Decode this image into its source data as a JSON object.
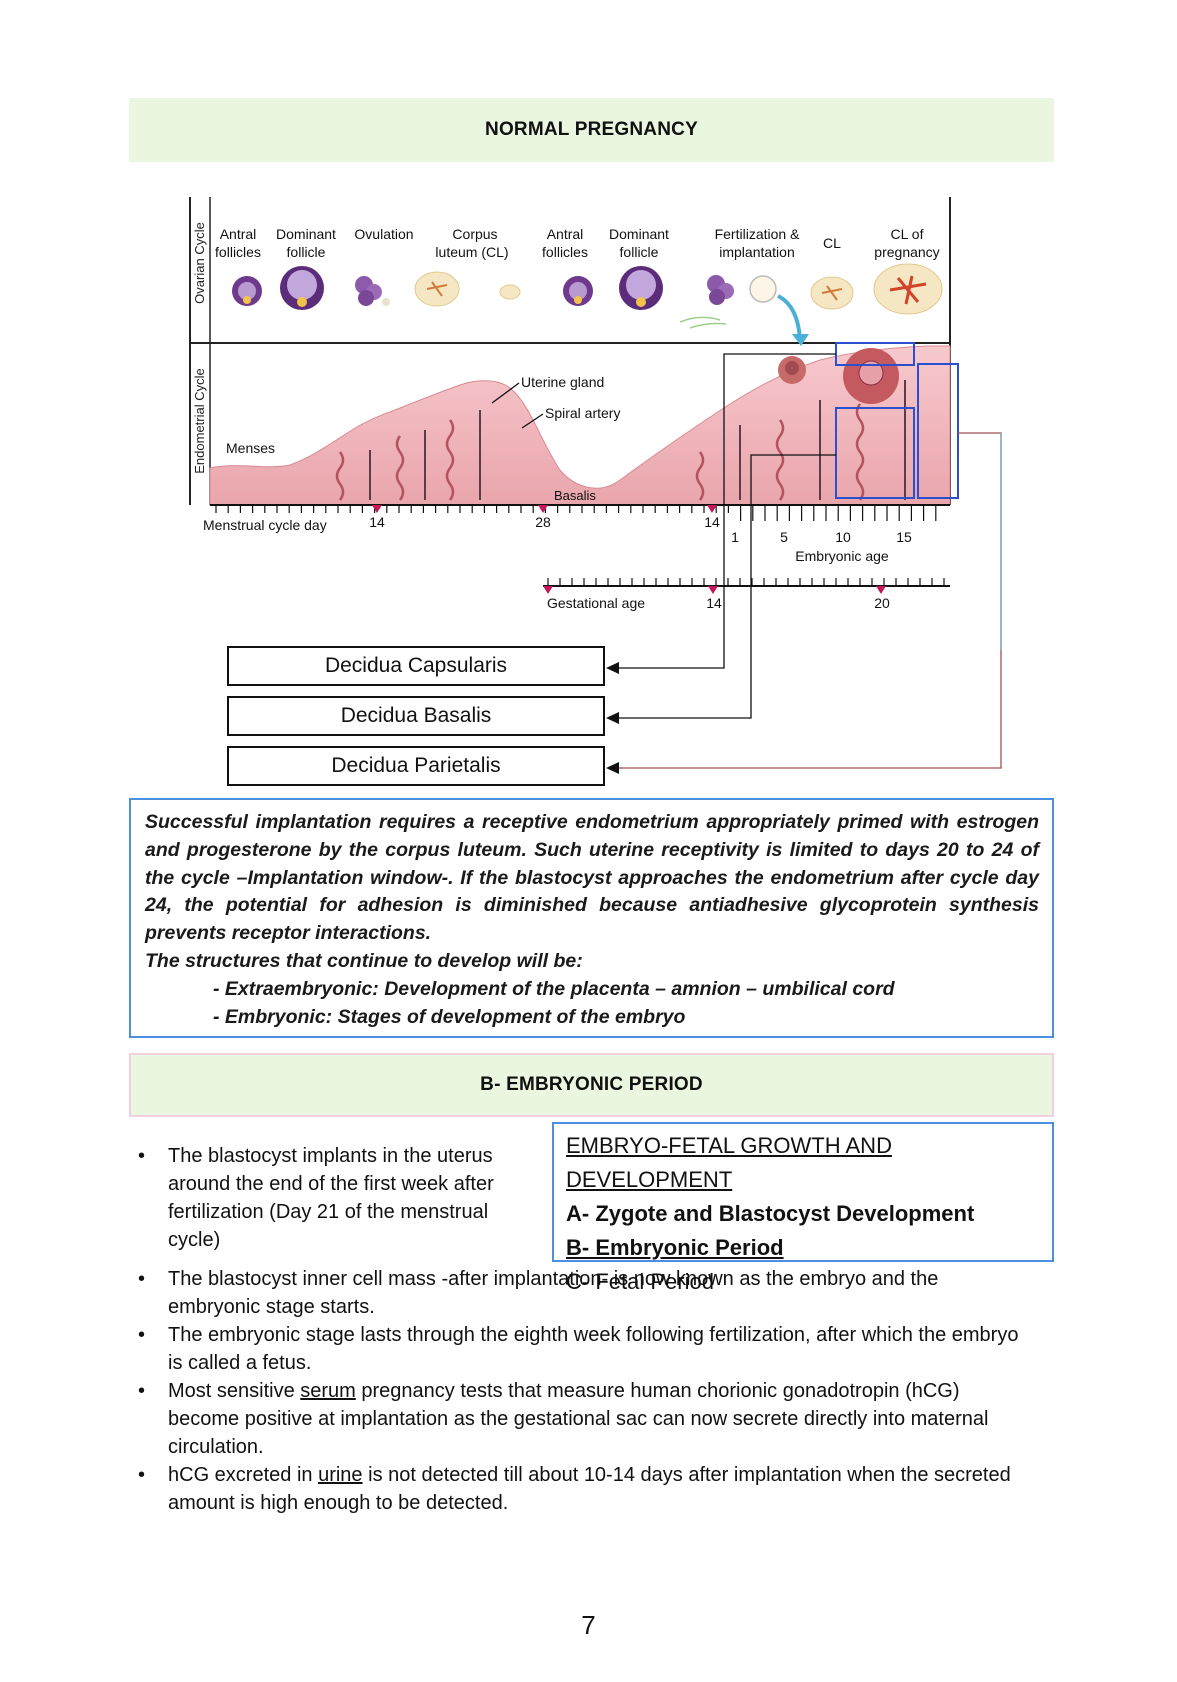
{
  "header": {
    "title": "NORMAL PREGNANCY"
  },
  "diagram": {
    "ovarian_label": "Ovarian Cycle",
    "endometrial_label": "Endometrial Cycle",
    "stages": [
      [
        "Antral",
        "follicles"
      ],
      [
        "Dominant",
        "follicle"
      ],
      [
        "Ovulation"
      ],
      [
        "Corpus",
        "luteum (CL)"
      ],
      [
        "Antral",
        "follicles"
      ],
      [
        "Dominant",
        "follicle"
      ],
      [
        "Fertilization &",
        "implantation"
      ],
      [
        "CL"
      ],
      [
        "CL of",
        "pregnancy"
      ]
    ],
    "labels": {
      "uterine_gland": "Uterine gland",
      "spiral_artery": "Spiral artery",
      "menses": "Menses",
      "basalis": "Basalis",
      "menstrual_cycle_day": "Menstrual cycle day",
      "embryonic_age": "Embryonic age",
      "gestational_age": "Gestational age"
    },
    "menstrual_ticks": [
      "14",
      "28",
      "14"
    ],
    "embryonic_ticks": [
      "1",
      "5",
      "10",
      "15"
    ],
    "gestational_ticks": [
      "14",
      "20"
    ]
  },
  "decidua": [
    "Decidua Capsularis",
    "Decidua Basalis",
    "Decidua Parietalis"
  ],
  "info": {
    "paragraph": "Successful implantation requires a receptive endometrium appropriately primed with estrogen and progesterone by the corpus luteum. Such uterine receptivity is limited to days 20 to 24 of the cycle –Implantation window-. If the blastocyst approaches the endometrium after cycle day 24, the potential for adhesion is diminished because antiadhesive glycoprotein synthesis prevents receptor interactions.",
    "intro": "The structures that continue to develop will be:",
    "items": [
      "- Extraembryonic: Development of the placenta – amnion – umbilical cord",
      "- Embryonic: Stages of development of the embryo"
    ]
  },
  "section": {
    "title": "B- EMBRYONIC PERIOD"
  },
  "toc": {
    "heading": "EMBRYO-FETAL GROWTH AND DEVELOPMENT",
    "items": [
      "A- Zygote and Blastocyst Development",
      "B- Embryonic Period",
      "C- Fetal Period"
    ]
  },
  "bullets": {
    "first": "The blastocyst implants in the uterus around the end of the first week after fertilization (Day 21 of the menstrual cycle)",
    "second": "The blastocyst inner cell mass -after implantation- is now known as the embryo and the embryonic stage starts.",
    "third": "The embryonic stage lasts through the eighth week following fertilization, after which the embryo is called a fetus.",
    "fourth_a": "Most sensitive ",
    "fourth_u": "serum",
    "fourth_b": " pregnancy tests that measure human chorionic gonadotropin (hCG) become positive at implantation as the gestational sac can now secrete directly into maternal circulation.",
    "fifth_a": "hCG excreted in ",
    "fifth_u": "urine",
    "fifth_b": " is not detected till about 10-14 days after implantation when the secreted amount is high enough to be detected."
  },
  "page_number": "7",
  "colors": {
    "banner": "#eaf6df",
    "box_border": "#4d8fe0",
    "tissue": "#efb7bd",
    "follicle": "#7a3b8f"
  }
}
